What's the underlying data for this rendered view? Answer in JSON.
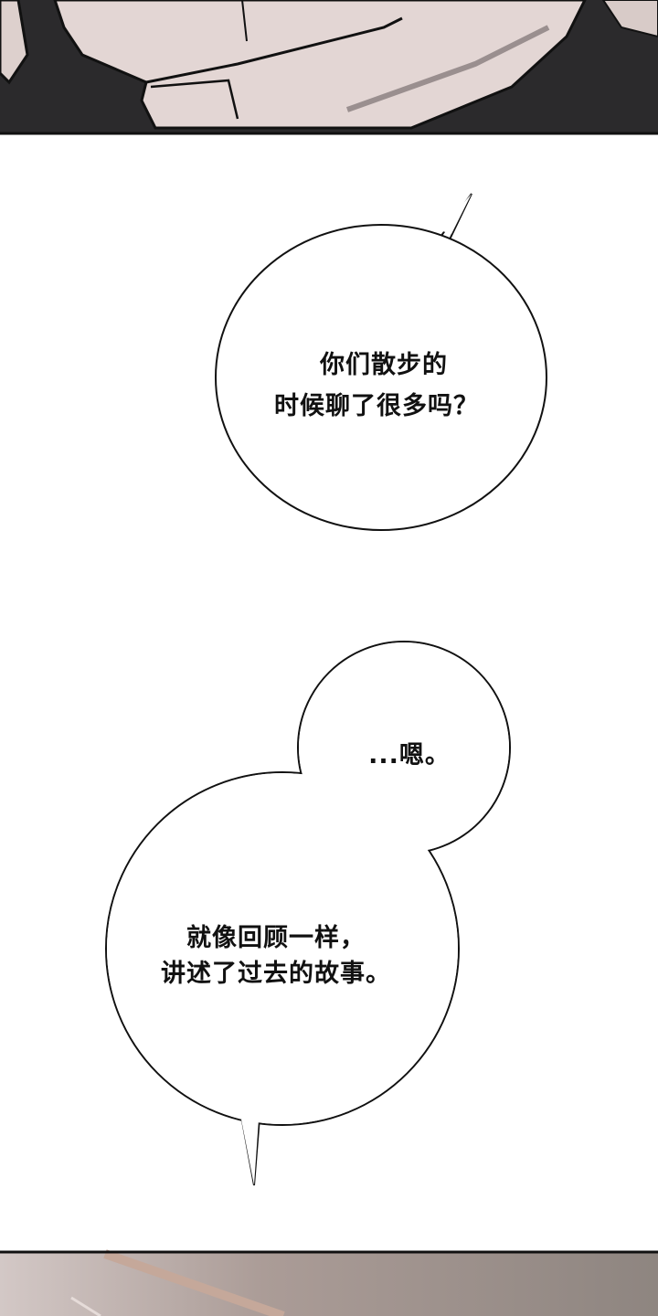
{
  "panels": {
    "top_panel": "hand-closeup",
    "bottom_panel": "interior-scene"
  },
  "bubbles": [
    {
      "lines": [
        "你们散步的",
        "时候聊了很多吗？"
      ]
    },
    {
      "lines": [
        "...嗯。"
      ]
    },
    {
      "lines": [
        "就像回顾一样，",
        "讲述了过去的故事。"
      ]
    }
  ],
  "colors": {
    "skin": "#e3d6d4",
    "shadow": "#2b2a2c",
    "ink": "#111111",
    "bottom_bg": "#a8968f"
  }
}
